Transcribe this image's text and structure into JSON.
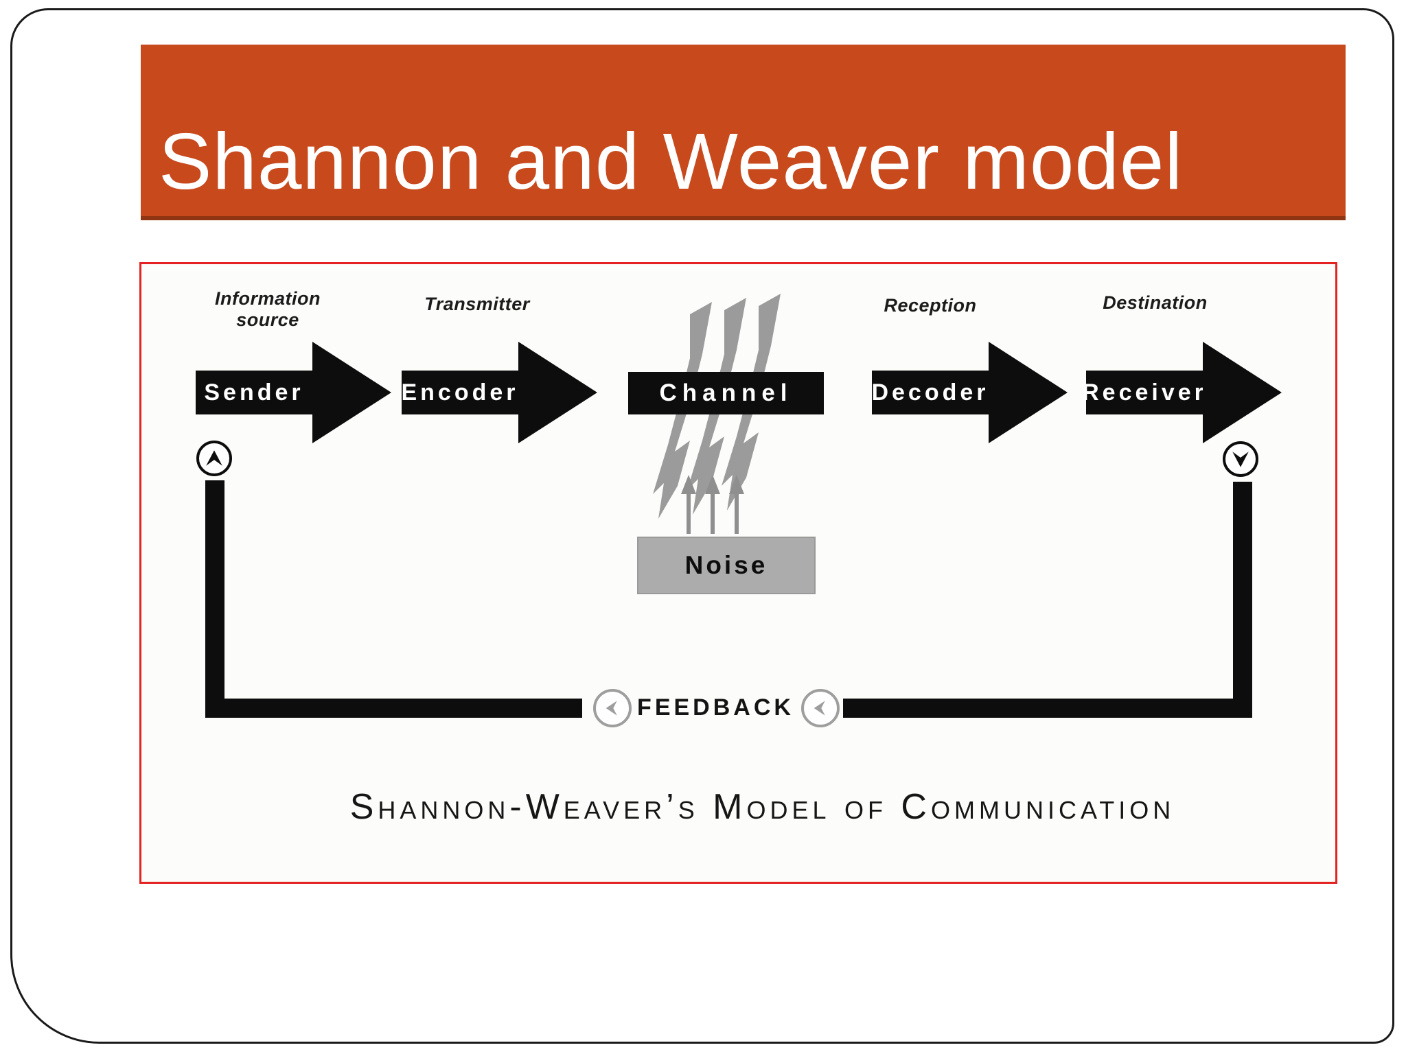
{
  "slide": {
    "title": "Shannon and Weaver model"
  },
  "diagram": {
    "stage_labels": {
      "information_source": "Information source",
      "transmitter": "Transmitter",
      "reception": "Reception",
      "destination": "Destination"
    },
    "nodes": {
      "sender": "Sender",
      "encoder": "Encoder",
      "channel": "Channel",
      "decoder": "Decoder",
      "receiver": "Receiver"
    },
    "noise_label": "Noise",
    "feedback_label": "FEEDBACK",
    "caption": "Shannon-Weaver’s Model of Communication"
  },
  "colors": {
    "title_bar": "#c7491c",
    "title_bar_shadow": "#8f3512",
    "title_text": "#ffffff",
    "panel_border": "#e42222",
    "node_fill": "#0d0d0d",
    "node_text": "#ffffff",
    "noise_fill": "#acacac",
    "bolt_gray": "#9b9b9b",
    "feedback_ring_gray": "#9e9e9e"
  }
}
